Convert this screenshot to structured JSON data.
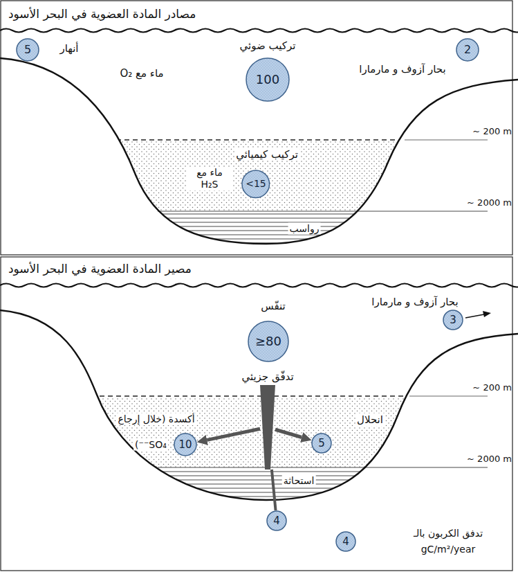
{
  "diagram": {
    "nodes": [
      {
        "text": [
          "5"
        ]
      },
      {
        "text": [
          "100"
        ]
      },
      {
        "text": [
          "2"
        ]
      },
      {
        "text": [
          "<15"
        ]
      },
      {
        "text": [
          "≥80"
        ]
      },
      {
        "text": [
          "3"
        ]
      },
      {
        "text": [
          "تدفّق جزيئي"
        ]
      },
      {
        "text": [
          "10"
        ]
      },
      {
        "text": [
          "5"
        ]
      },
      {
        "text": [
          "4"
        ]
      },
      {
        "text": [
          "4"
        ]
      }
    ],
    "edges": [
      {
        "from": 6,
        "to": 7,
        "arrow": "to"
      },
      {
        "from": 6,
        "to": 8,
        "arrow": "to"
      },
      {
        "from": 6,
        "to": 9,
        "arrow": "none"
      }
    ],
    "labels": [
      "مصادر المادة العضوية في البحر الأسود",
      "أنهار",
      "تركيب ضوئي",
      "بحار آزوف و مارمارا",
      "ماء مع O₂",
      "~ 200 m",
      "تركيب كيميائي",
      "ماء مع H₂S",
      "~ 2000 m",
      "رواسب",
      "مصير المادة العضوية في البحر الأسود",
      "تنفّس",
      "بحار آزوف و مارمارا",
      "~ 200 m",
      "أكسدة (خلال إرجاع",
      "SO₄⁻⁻)",
      "انحلال",
      "~ 2000 m",
      "استحاثة",
      "تدفق الكربون بالـ",
      "gC/m²/year"
    ]
  }
}
